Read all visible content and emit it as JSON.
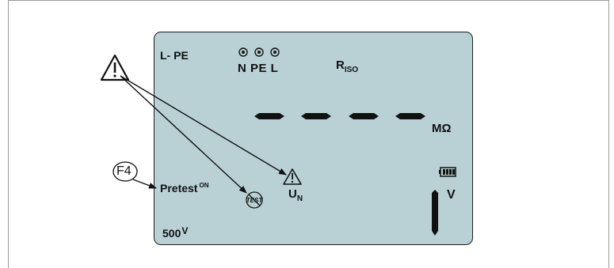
{
  "display": {
    "mode_label": "L- PE",
    "terminals_label": "N PE L",
    "riso_main": "R",
    "riso_sub": "ISO",
    "reading_unit": "MΩ",
    "pretest_label": "Pretest",
    "pretest_sup": "ON",
    "test_icon_text": "TEST",
    "un_main": "U",
    "un_sub": "N",
    "volt_unit": "V",
    "voltage_value": "500",
    "voltage_unit": "V"
  },
  "callouts": {
    "key_label": "F4"
  }
}
